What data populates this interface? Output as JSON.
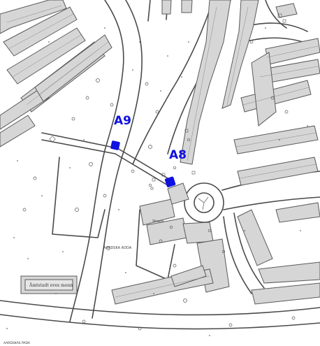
{
  "map": {
    "colors": {
      "building_fill": "#d6d6d6",
      "building_stroke": "#5a5a5a",
      "road_stroke": "#4a4a4a",
      "marker": "#1010e0"
    },
    "markers": [
      {
        "id": "A9",
        "label": "A9"
      },
      {
        "id": "A8",
        "label": "A8"
      }
    ],
    "labels": {
      "building_label": "Ämtstadt eves menn",
      "street_label_center": "AARDSKA ADDA",
      "street_label_bottom_left": "AARDSKAS PADA",
      "small_building_label": "Strada"
    }
  }
}
